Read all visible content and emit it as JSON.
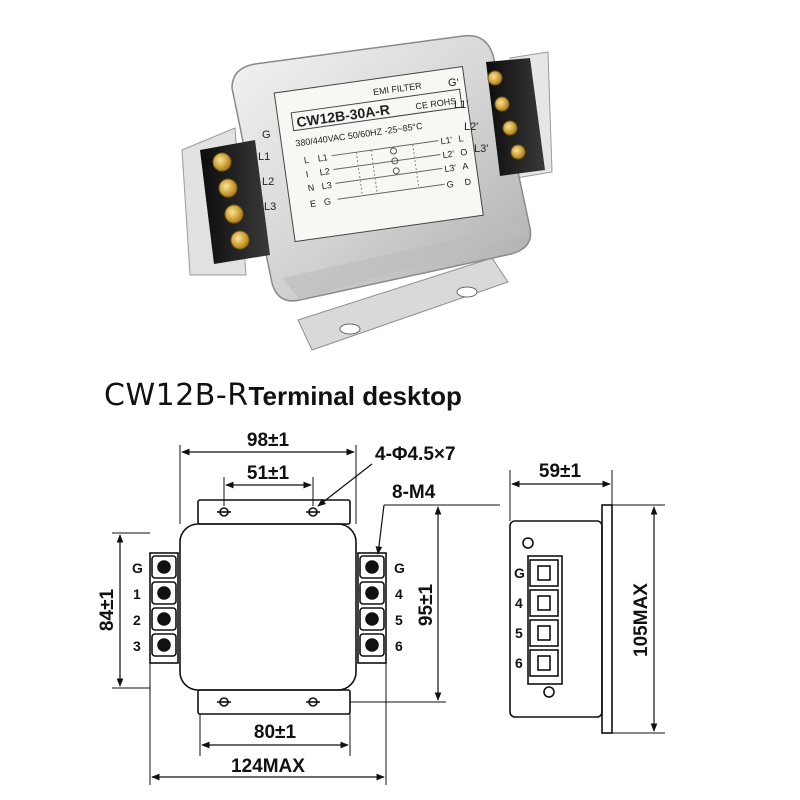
{
  "product_photo": {
    "label_title": "EMI FILTER",
    "label_model": "CW12B-30A-R",
    "label_cert": "CE ROHS",
    "label_rating": "380/440VAC 50/60HZ -25~85°C",
    "left_terminals": [
      "G",
      "L1",
      "L2",
      "L3"
    ],
    "right_terminals": [
      "G'",
      "L1'",
      "L2'",
      "L3'"
    ],
    "schematic_left": [
      "L",
      "I",
      "N",
      "E"
    ],
    "schematic_left_pins": [
      "L1",
      "L2",
      "L3",
      "G"
    ],
    "schematic_right": [
      "L",
      "O",
      "A",
      "D"
    ],
    "schematic_right_pins": [
      "L1'",
      "L2'",
      "L3'",
      "G"
    ]
  },
  "title": {
    "model": "CW12B-R",
    "description": "Terminal desktop"
  },
  "drawing": {
    "front": {
      "width_top": "98±1",
      "hole_spacing": "51±1",
      "mount_holes": "4-Φ4.5×7",
      "screws": "8-M4",
      "height_left": "84±1",
      "height_right": "95±1",
      "width_bottom": "80±1",
      "total_width": "124MAX",
      "left_pins": [
        "G",
        "1",
        "2",
        "3"
      ],
      "right_pins": [
        "G",
        "4",
        "5",
        "6"
      ]
    },
    "side": {
      "depth": "59±1",
      "height": "105MAX",
      "pins": [
        "G",
        "4",
        "5",
        "6"
      ]
    }
  },
  "colors": {
    "line": "#111111",
    "brass": "#d7a526",
    "metal": "#dcdcdc"
  }
}
